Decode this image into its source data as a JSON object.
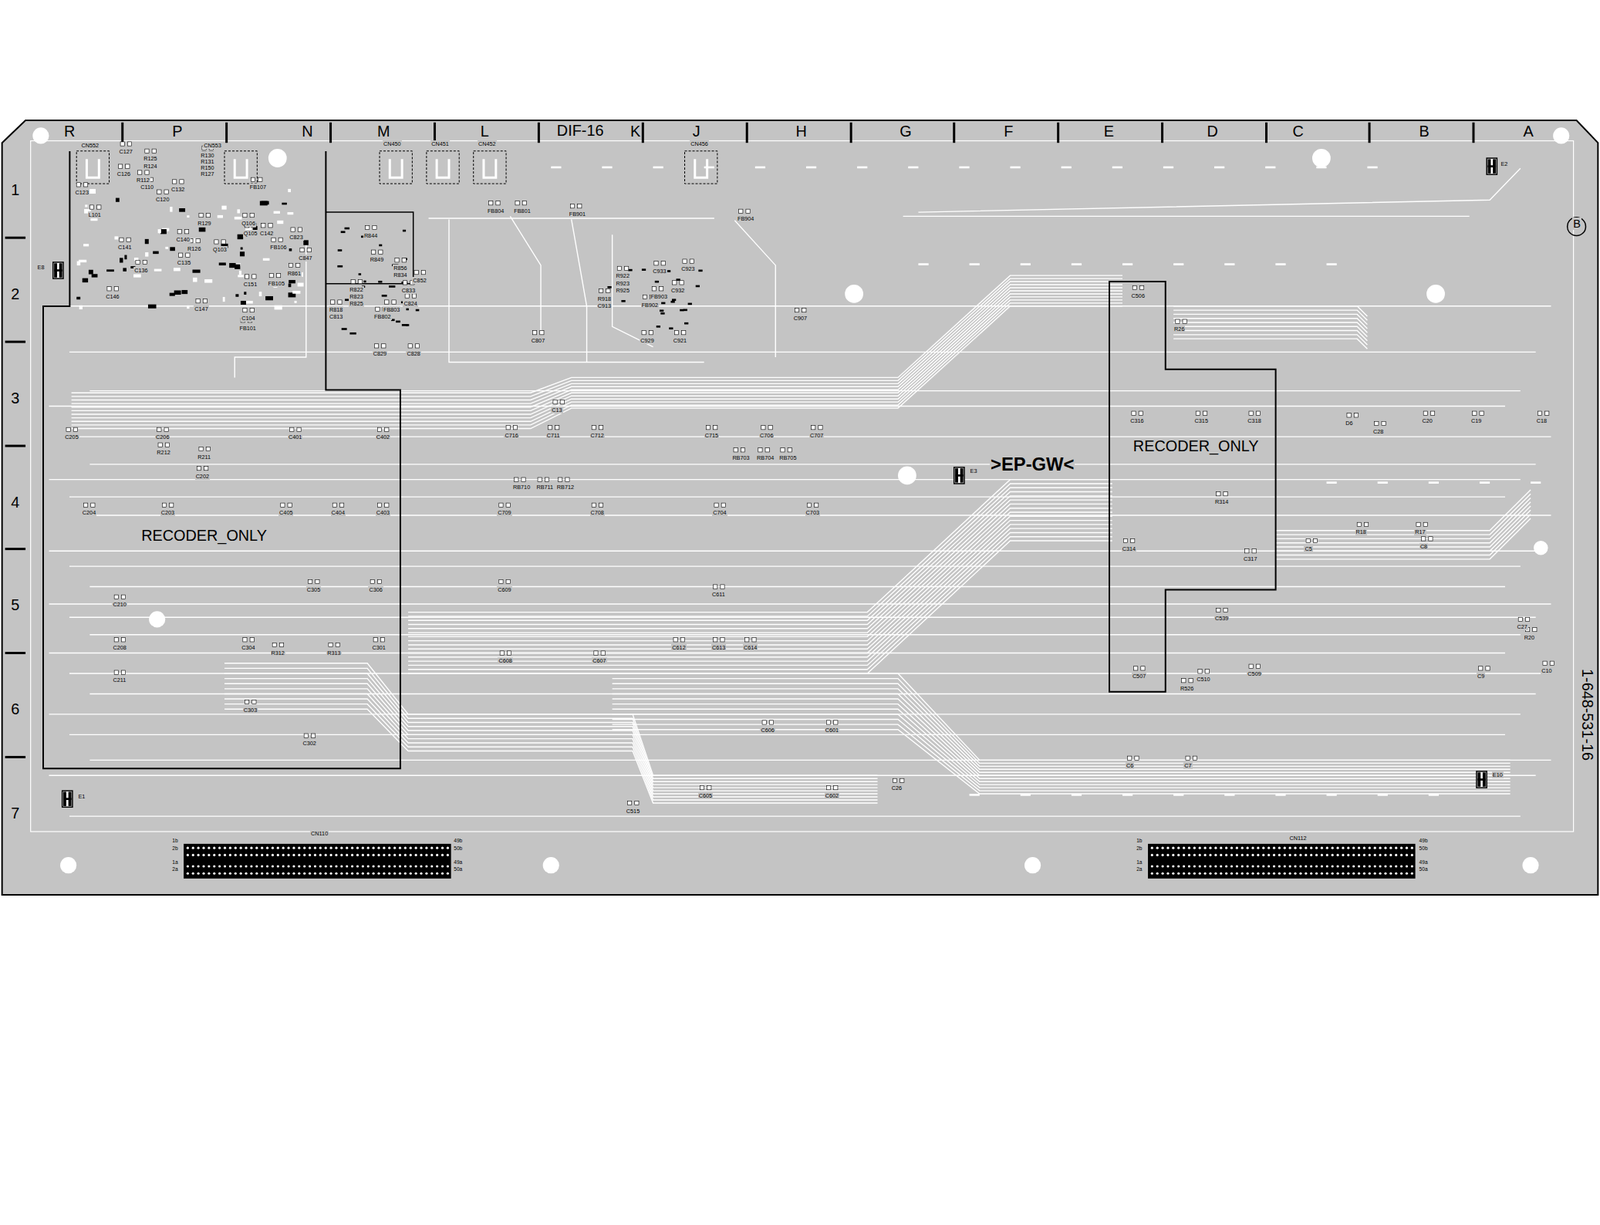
{
  "diagram": {
    "nodes": [
      {
        "text": [
          "RECODER_ONLY"
        ]
      },
      {
        "text": [
          "RECODER_ONLY"
        ]
      }
    ],
    "labels": [
      "R",
      "P",
      "N",
      "M",
      "L",
      "DIF-16",
      "K",
      "J",
      "H",
      "G",
      "F",
      "E",
      "D",
      "C",
      "B",
      "A",
      "1",
      "2",
      "3",
      "4",
      "5",
      "6",
      "7",
      "1-648-531-16",
      ">EP-GW<",
      "B",
      "CN110",
      "CN112",
      "1b",
      "2b",
      "1a",
      "2a",
      "49b",
      "50b",
      "49a",
      "50a",
      "1b",
      "2b",
      "1a",
      "2a",
      "49b",
      "50b",
      "49a",
      "50a",
      "CN552",
      "CN553",
      "CN450",
      "CN451",
      "CN452",
      "CN456",
      "E8",
      "E1",
      "E3",
      "E2",
      "E10",
      "C127",
      "R125",
      "R124",
      "R112",
      "C110",
      "C126",
      "C123",
      "L101",
      "C120",
      "C141",
      "C136",
      "C146",
      "R130",
      "R131",
      "R150",
      "R127",
      "C132",
      "R126",
      "C140",
      "C135",
      "R129",
      "Q103",
      "Q106",
      "Q105",
      "C142",
      "FB107",
      "FB106",
      "FB105",
      "FB101",
      "C104",
      "C151",
      "C147",
      "C823",
      "C847",
      "R861",
      "R844",
      "R849",
      "R856",
      "R834",
      "R818",
      "C813",
      "R822",
      "R823",
      "R825",
      "C852",
      "C833",
      "C824",
      "FB803",
      "FB802",
      "C828",
      "C829",
      "FB804",
      "FB801",
      "FB901",
      "FB904",
      "C807",
      "R922",
      "R923",
      "R925",
      "R918",
      "C913",
      "C933",
      "C923",
      "FB903",
      "C932",
      "FB902",
      "C929",
      "C921",
      "C907",
      "C13",
      "RB710",
      "RB711",
      "RB712",
      "RB703",
      "RB704",
      "RB705",
      "R212",
      "R211",
      "R312",
      "R313",
      "R314",
      "R18",
      "R17",
      "R20",
      "R526",
      "R26",
      "D6",
      "C6",
      "C7",
      "C26",
      "C515",
      "C716",
      "C711",
      "C712",
      "C715",
      "C706",
      "C707",
      "C709",
      "C708",
      "C704",
      "C703",
      "C609",
      "C611",
      "C612",
      "C613",
      "C614",
      "C606",
      "C601",
      "C607",
      "C608",
      "C605",
      "C602",
      "C305",
      "C306",
      "C304",
      "C301",
      "C303",
      "C302",
      "C402",
      "C401",
      "C403",
      "C404",
      "C405",
      "C205",
      "C206",
      "C202",
      "C203",
      "C204",
      "C210",
      "C208",
      "C211",
      "C316",
      "C315",
      "C318",
      "C314",
      "C317",
      "C506",
      "C509",
      "C510",
      "C507",
      "C539",
      "C8",
      "C9",
      "C10",
      "C5",
      "C20",
      "C19",
      "C18",
      "C28",
      "C27"
    ]
  }
}
